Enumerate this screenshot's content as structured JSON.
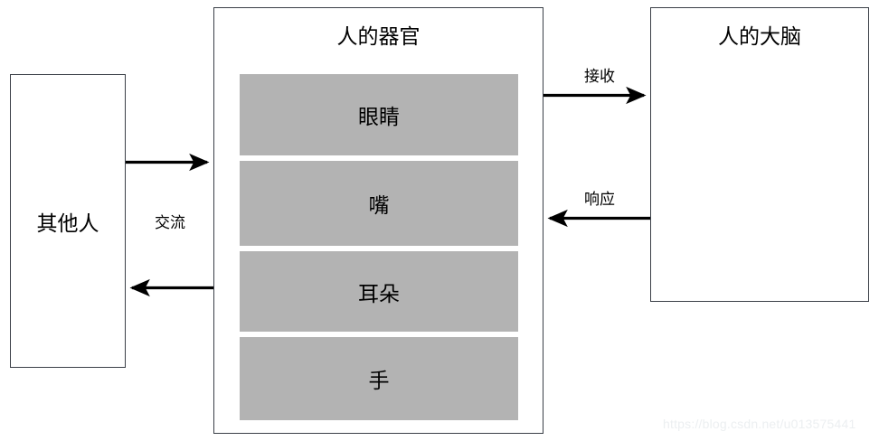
{
  "diagram": {
    "title_watermark": "https://blog.csdn.net/u013575441",
    "nodes": {
      "other_people": {
        "label": "其他人"
      },
      "human_organs": {
        "title": "人的器官"
      },
      "human_brain": {
        "title": "人的大脑"
      }
    },
    "organs": [
      {
        "label": "眼睛"
      },
      {
        "label": "嘴"
      },
      {
        "label": "耳朵"
      },
      {
        "label": "手"
      }
    ],
    "edges": [
      {
        "name": "communicate",
        "label": "交流",
        "direction": "bidirectional"
      },
      {
        "name": "receive",
        "label": "接收",
        "direction": "organs-to-brain"
      },
      {
        "name": "respond",
        "label": "响应",
        "direction": "brain-to-organs"
      }
    ],
    "colors": {
      "organ_fill": "#b3b3b3",
      "box_stroke": "#3a3f47",
      "arrow_stroke": "#000000",
      "watermark": "#eceff1",
      "background": "#ffffff"
    }
  }
}
